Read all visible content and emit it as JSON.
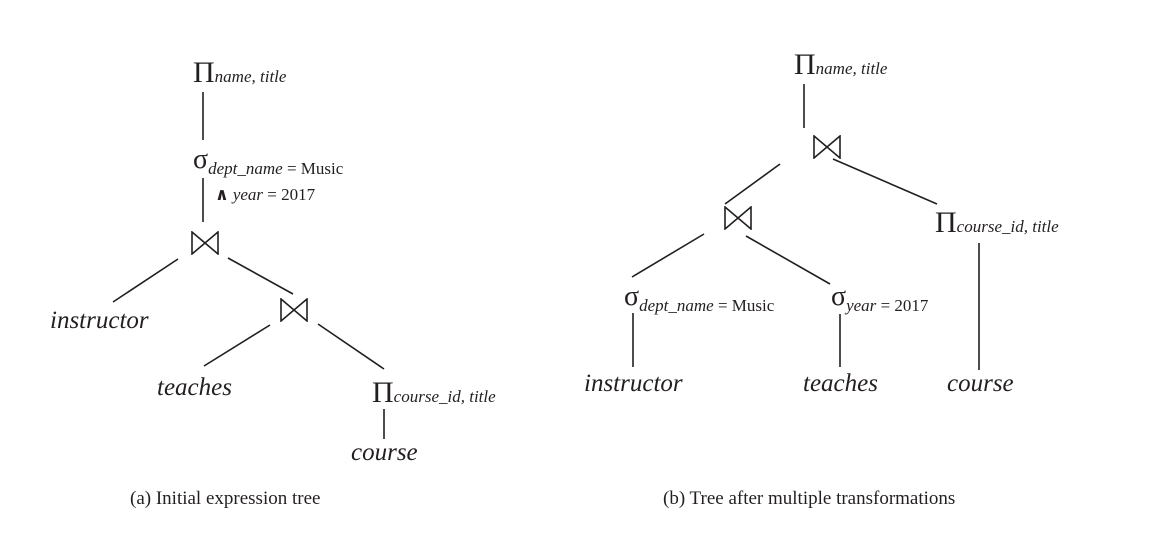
{
  "figure": {
    "tree_a": {
      "caption": "(a) Initial expression tree",
      "root_projection": {
        "symbol": "Π",
        "attrs": "name, title"
      },
      "selection": {
        "symbol": "σ",
        "cond1_attr": "dept_name",
        "cond1_rest": " = Music",
        "and_symbol": "∧",
        "cond2_attr": "year",
        "cond2_rest": " = 2017"
      },
      "join_top": {
        "symbol": "⋈"
      },
      "join_inner": {
        "symbol": "⋈"
      },
      "relation_instructor": "instructor",
      "relation_teaches": "teaches",
      "inner_projection": {
        "symbol": "Π",
        "attrs": "course_id, title"
      },
      "relation_course": "course"
    },
    "tree_b": {
      "caption": "(b) Tree after multiple transformations",
      "root_projection": {
        "symbol": "Π",
        "attrs": "name, title"
      },
      "join_top": {
        "symbol": "⋈"
      },
      "join_inner": {
        "symbol": "⋈"
      },
      "projection_course": {
        "symbol": "Π",
        "attrs": "course_id, title"
      },
      "selection_dept": {
        "symbol": "σ",
        "attr": "dept_name",
        "rest": " = Music"
      },
      "selection_year": {
        "symbol": "σ",
        "attr": "year",
        "rest": " = 2017"
      },
      "relation_instructor": "instructor",
      "relation_teaches": "teaches",
      "relation_course": "course"
    }
  }
}
